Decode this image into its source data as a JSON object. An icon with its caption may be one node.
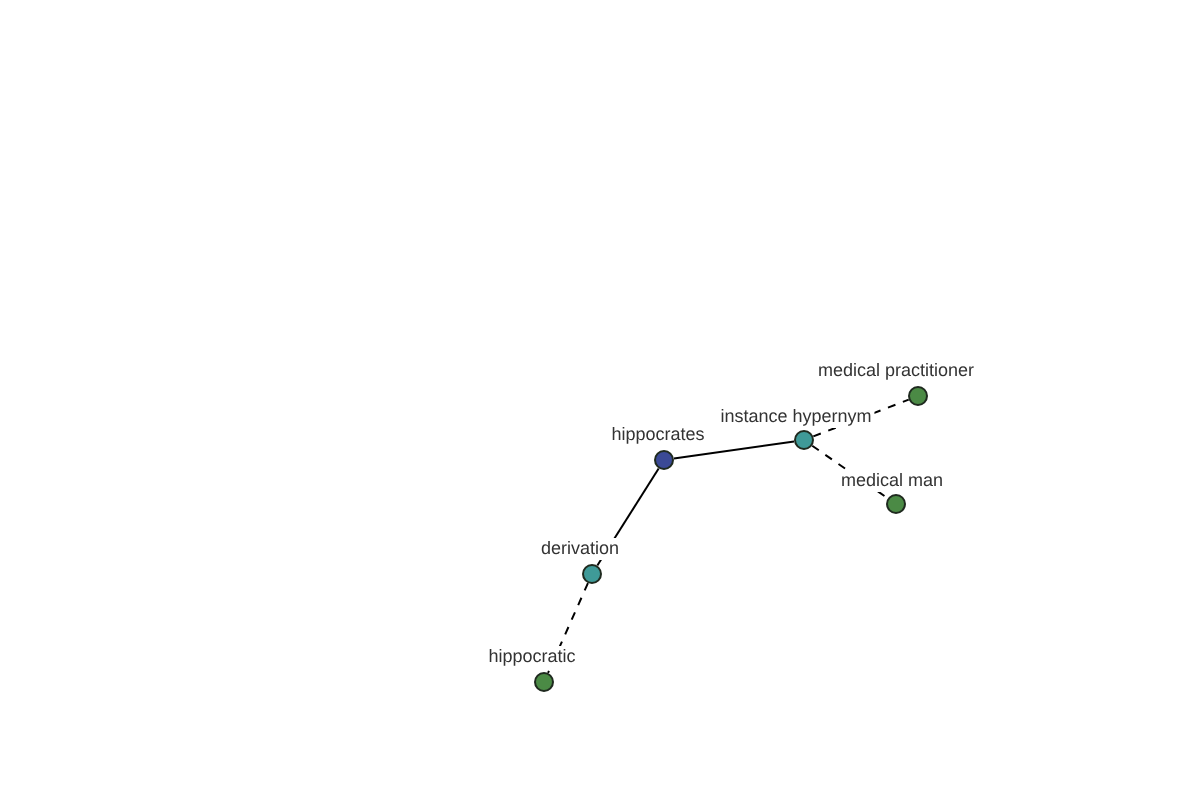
{
  "diagram": {
    "nodes": [
      {
        "text": [],
        "shape": "circle",
        "beside": [
          "hippocrates"
        ]
      },
      {
        "text": [],
        "shape": "circle",
        "beside": [
          "instance hypernym"
        ]
      },
      {
        "text": [],
        "shape": "circle",
        "beside": [
          "medical practitioner"
        ]
      },
      {
        "text": [],
        "shape": "circle",
        "beside": [
          "medical man"
        ]
      },
      {
        "text": [],
        "shape": "circle",
        "beside": [
          "derivation"
        ]
      },
      {
        "text": [],
        "shape": "circle",
        "beside": [
          "hippocratic"
        ]
      }
    ],
    "edges": [
      {
        "from": 0,
        "to": 1,
        "arrow": "none"
      },
      {
        "from": 1,
        "to": 2,
        "arrow": "none",
        "style": "dashed"
      },
      {
        "from": 1,
        "to": 3,
        "arrow": "none",
        "style": "dashed"
      },
      {
        "from": 0,
        "to": 4,
        "arrow": "none"
      },
      {
        "from": 4,
        "to": 5,
        "arrow": "none",
        "style": "dashed"
      }
    ]
  }
}
